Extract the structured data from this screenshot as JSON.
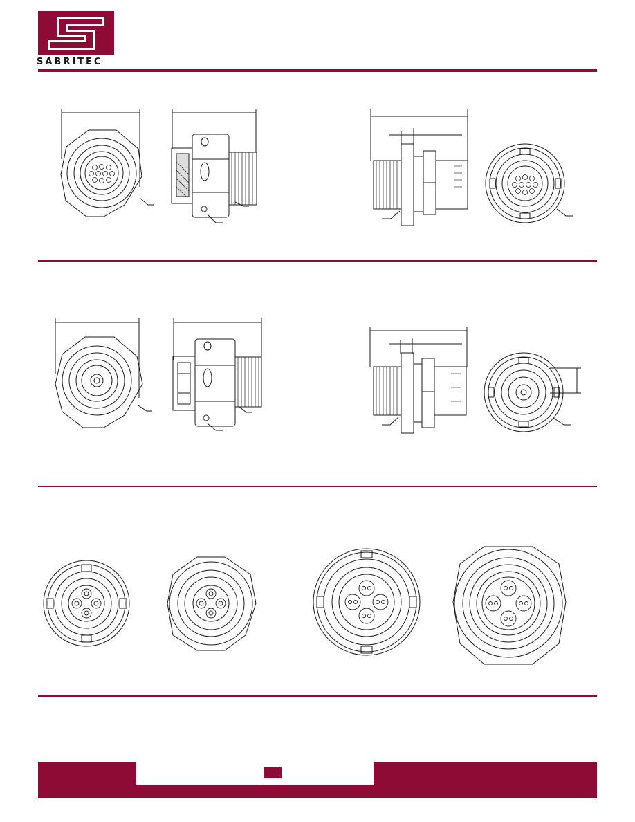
{
  "brand": {
    "name": "SABRITEC",
    "logo_icon": "stylized-s-logo-icon",
    "color": "#8e0b35"
  },
  "sections": [
    {
      "name": "row-1",
      "views": [
        "front-view-hex",
        "side-view-plug",
        "side-view-receptacle",
        "front-view-round"
      ]
    },
    {
      "name": "row-2",
      "views": [
        "front-view-hex-coax",
        "side-view-plug-coax",
        "side-view-receptacle-coax",
        "front-view-round-coax"
      ]
    },
    {
      "name": "row-3",
      "views": [
        "front-view-4-contact-round",
        "front-view-4-contact-hex",
        "front-view-4-contact-round-large",
        "front-view-4-contact-hex-large"
      ]
    }
  ],
  "footer": {
    "page_number": ""
  }
}
